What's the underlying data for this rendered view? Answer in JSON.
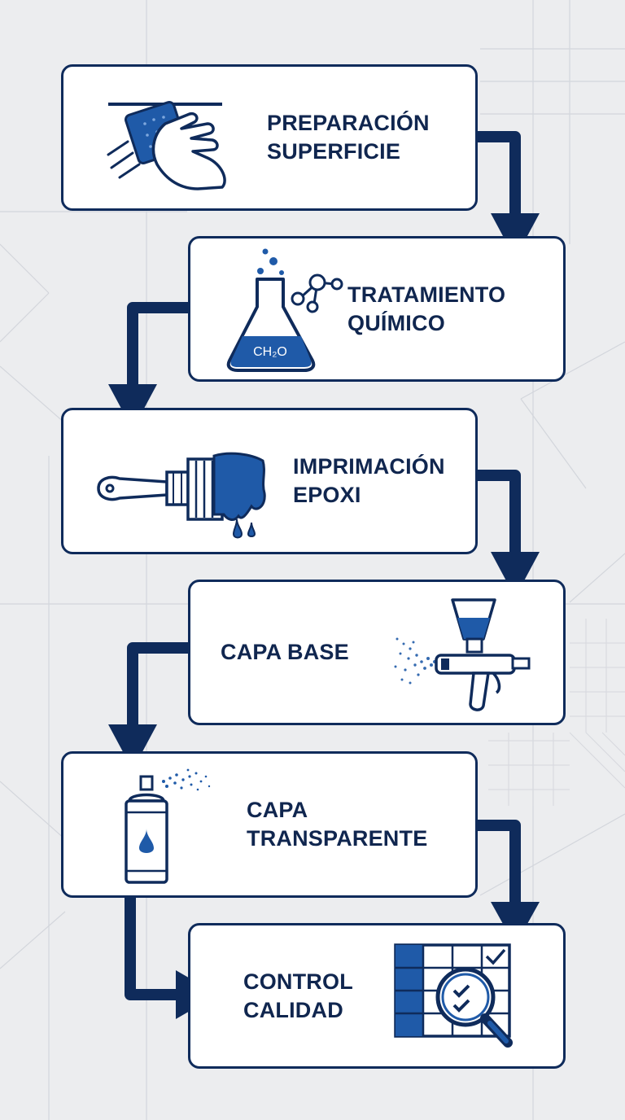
{
  "colors": {
    "navy": "#0f2b5b",
    "blue": "#1f5aa8",
    "text": "#10264f",
    "background": "#ecedef",
    "card": "#ffffff"
  },
  "steps": [
    {
      "icon": "sanding-hand-icon",
      "lines": [
        "PREPARACIÓN",
        "SUPERFICIE"
      ]
    },
    {
      "icon": "chemical-flask-icon",
      "lines": [
        "TRATAMIENTO",
        "QUÍMICO"
      ],
      "formula": "CH₂O"
    },
    {
      "icon": "paint-brush-icon",
      "lines": [
        "IMPRIMACIÓN",
        "EPOXI"
      ]
    },
    {
      "icon": "spray-gun-icon",
      "lines": [
        "CAPA BASE"
      ]
    },
    {
      "icon": "spray-can-icon",
      "lines": [
        "CAPA",
        "TRANSPARENTE"
      ]
    },
    {
      "icon": "quality-check-icon",
      "lines": [
        "CONTROL",
        "CALIDAD"
      ]
    }
  ]
}
